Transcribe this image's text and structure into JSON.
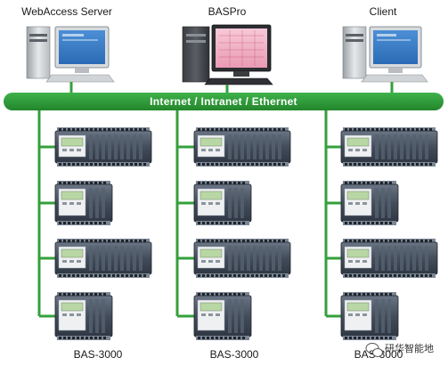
{
  "nodes": {
    "webaccess_server": "WebAccess Server",
    "baspro": "BASPro",
    "client": "Client"
  },
  "network_bus": "Internet / Intranet / Ethernet",
  "controller_label": "BAS-3000",
  "watermark": "研华智能地",
  "colors": {
    "bus_green": "#2e9a37",
    "line_green": "#34a03c",
    "device_dark": "#3a4452",
    "device_mid": "#5b6676",
    "lcd_green": "#b8d7a4"
  }
}
